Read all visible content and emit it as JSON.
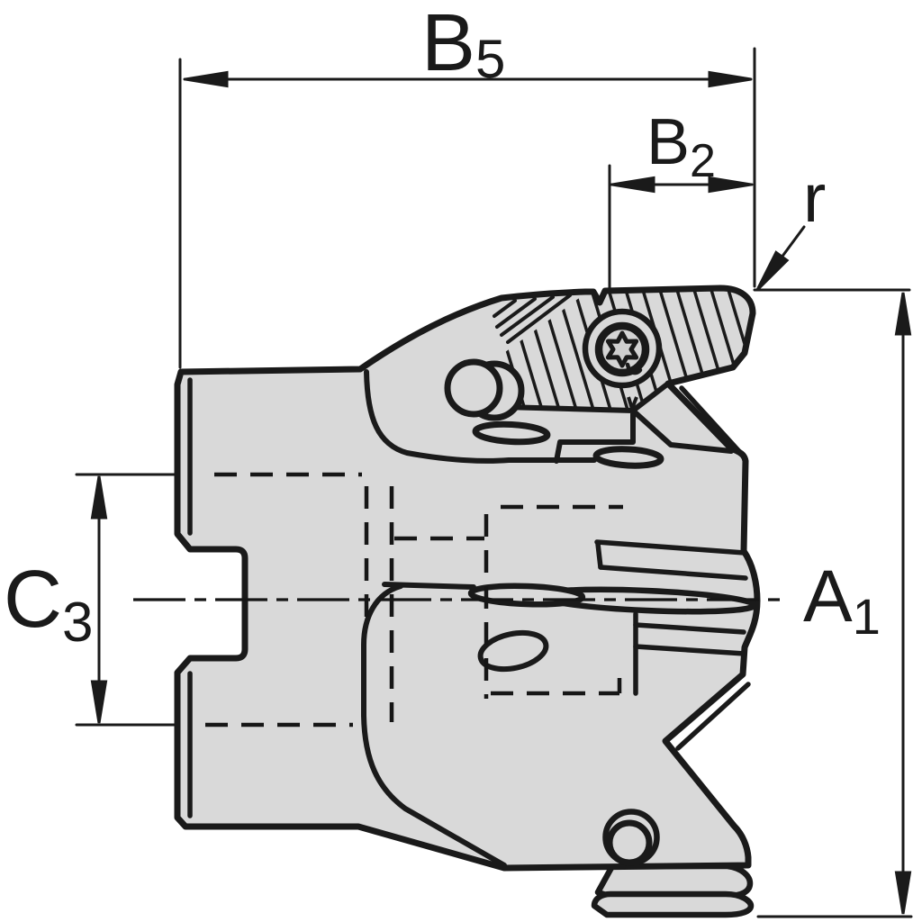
{
  "drawing": {
    "type": "technical-cross-section",
    "subject": "milling-cutter-side-view",
    "colors": {
      "background": "#ffffff",
      "body_fill": "#d9d9d9",
      "line": "#1a1a1a"
    },
    "dimensions": {
      "b5": {
        "base": "B",
        "sub": "5"
      },
      "b2": {
        "base": "B",
        "sub": "2"
      },
      "r": {
        "base": "r"
      },
      "a1": {
        "base": "A",
        "sub": "1"
      },
      "c3": {
        "base": "C",
        "sub": "3"
      }
    }
  }
}
